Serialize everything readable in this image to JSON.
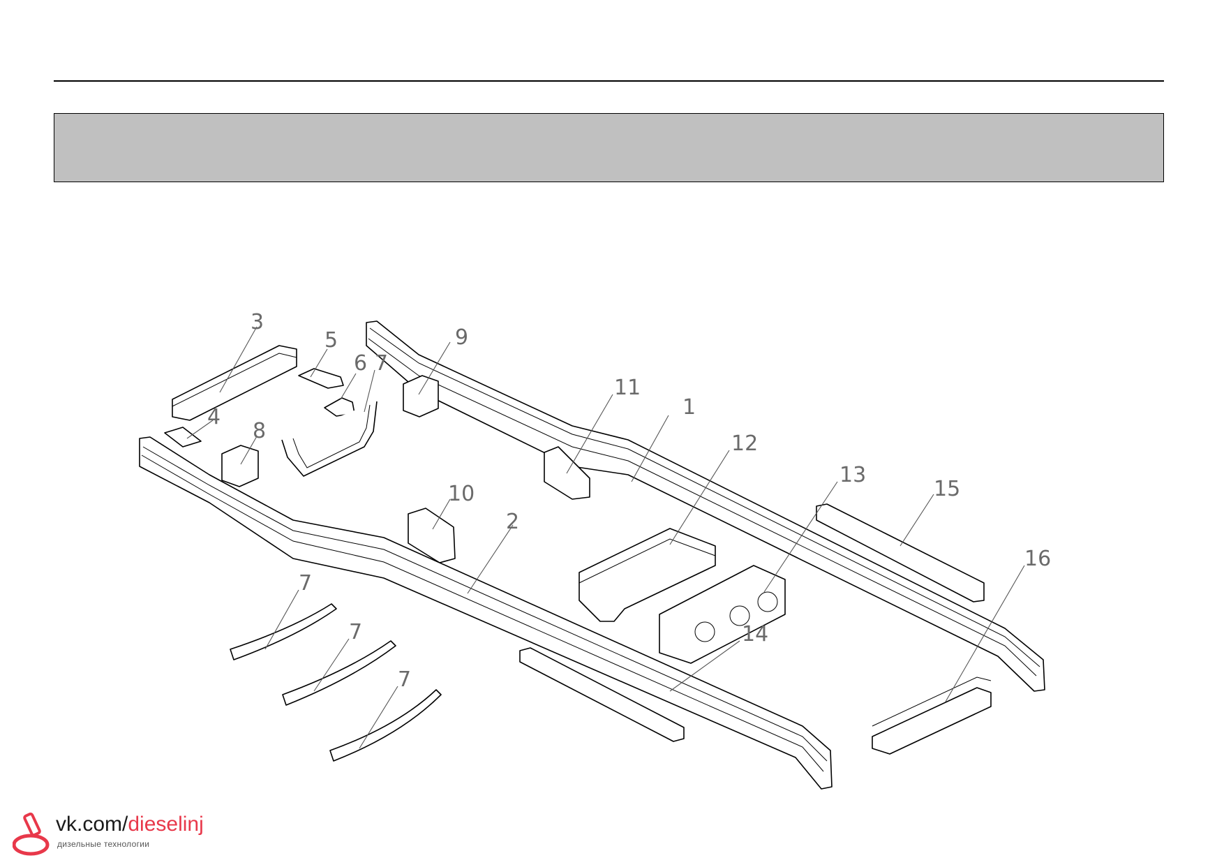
{
  "callouts": [
    "1",
    "2",
    "3",
    "4",
    "5",
    "6",
    "7",
    "8",
    "9",
    "10",
    "11",
    "12",
    "13",
    "14",
    "15",
    "16"
  ],
  "watermark": {
    "url_prefix": "vk.com/",
    "url_accent": "dieselinj",
    "subtitle": "дизельные технологии"
  },
  "colors": {
    "band": "#c0c0c0",
    "line": "#000000",
    "callout": "#6a6a6a",
    "watermark_accent": "#e8384a"
  }
}
